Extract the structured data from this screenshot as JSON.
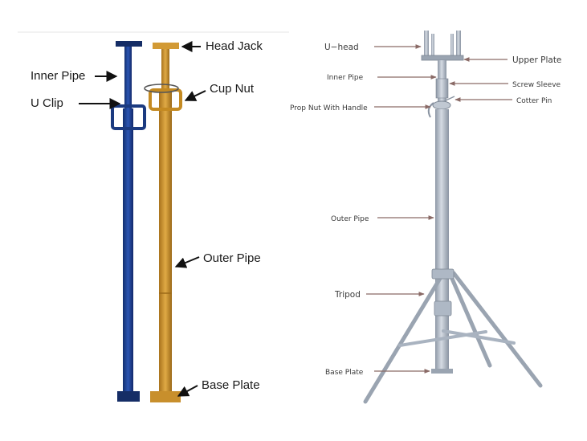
{
  "left_diagram": {
    "labels": {
      "head_jack": "Head Jack",
      "inner_pipe": "Inner Pipe",
      "cup_nut": "Cup Nut",
      "u_clip": "U Clip",
      "outer_pipe": "Outer Pipe",
      "base_plate": "Base Plate"
    },
    "colors": {
      "blue_prop": "#1f3f8f",
      "yellow_prop": "#c8922a",
      "arrow": "#111111"
    }
  },
  "right_diagram": {
    "labels": {
      "u_head": "U−head",
      "upper_plate": "Upper Plate",
      "inner_pipe": "Inner Pipe",
      "screw_sleeve": "Screw Sleeve",
      "cotter_pin": "Cotter Pin",
      "prop_nut_with_handle": "Prop Nut With Handle",
      "outer_pipe": "Outer Pipe",
      "tripod": "Tripod",
      "base_plate": "Base Plate"
    },
    "colors": {
      "steel": "#a9b3c0",
      "steel_dark": "#7d8794",
      "arrow": "#8a6a66"
    }
  }
}
